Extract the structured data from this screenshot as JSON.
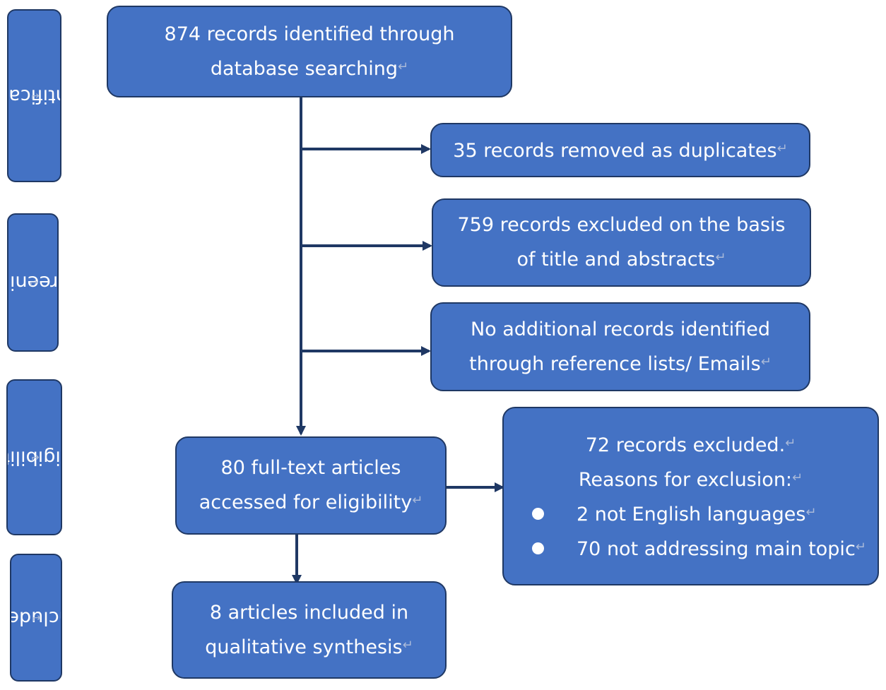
{
  "stages": {
    "identification": "Identification",
    "screening": "Screening",
    "eligibility": "Eligibility",
    "included": "Included"
  },
  "boxes": {
    "identified": {
      "line1": "874 records identified through",
      "line2": "database searching"
    },
    "duplicates": {
      "line1": "35 records removed as duplicates"
    },
    "excluded_title": {
      "line1": "759 records excluded on the basis",
      "line2": "of title and abstracts"
    },
    "additional": {
      "line1": "No additional records identified",
      "line2": "through reference lists/ Emails"
    },
    "full_text": {
      "line1": "80 full-text articles",
      "line2": "accessed for eligibility"
    },
    "excluded_full": {
      "line1": "72 records excluded.",
      "line2": "Reasons for exclusion:",
      "reasons": [
        "2 not English languages",
        "70 not addressing main topic"
      ]
    },
    "included": {
      "line1": "8 articles included in",
      "line2": "qualitative synthesis"
    }
  },
  "paragraph_mark": "↵",
  "colors": {
    "box_fill": "#4472c4",
    "box_border": "#1f3864",
    "connector": "#1f3864",
    "text": "#ffffff"
  }
}
